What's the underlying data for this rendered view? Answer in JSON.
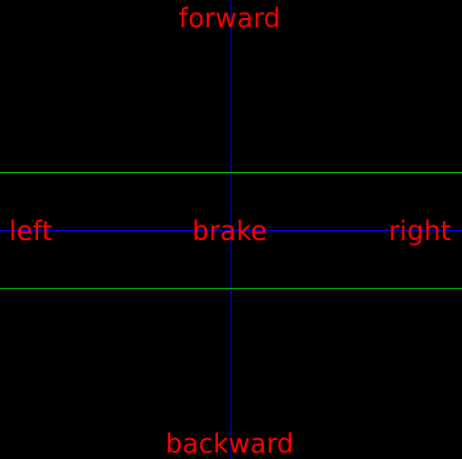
{
  "controls": {
    "forward": "forward",
    "backward": "backward",
    "left": "left",
    "right": "right",
    "brake": "brake"
  },
  "colors": {
    "background": "#000000",
    "label": "#ff0000",
    "axis": "#0000ff",
    "band": "#00cc00"
  }
}
